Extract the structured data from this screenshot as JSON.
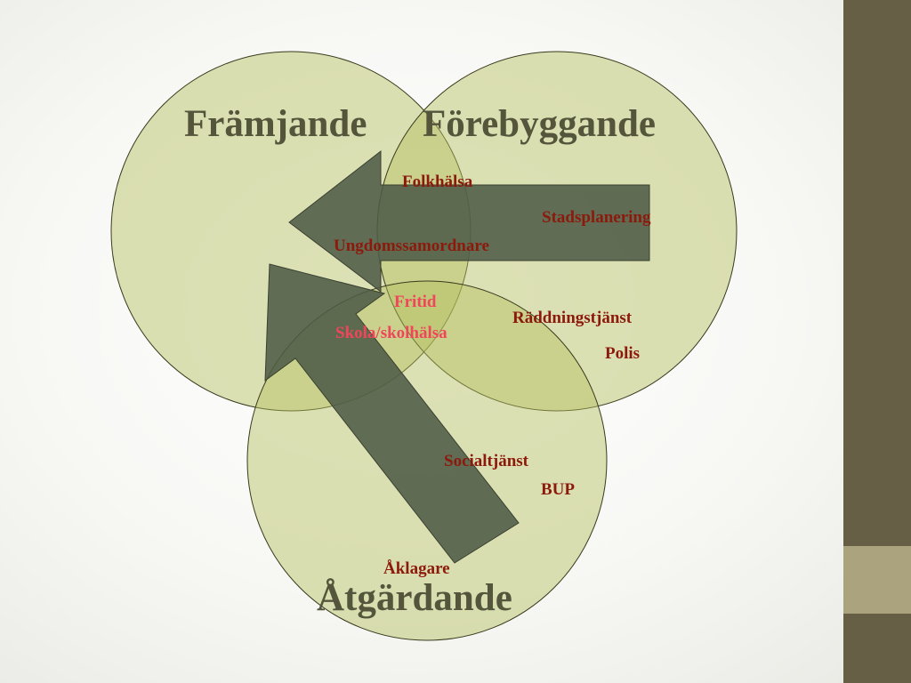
{
  "colors": {
    "circle_fill": "#b3bf5d",
    "circle_stroke": "#3a3a1e",
    "arrow_fill": "#4f5b47",
    "arrow_stroke": "#3a4030",
    "big_label": "#55553c",
    "small_label": "#8c1a0c",
    "small_label_highlight": "#f0455a",
    "side_bar_dark": "#665f45",
    "side_bar_light": "#aaa37e"
  },
  "circles": {
    "framjande": "Främjande",
    "forebyggande": "Förebyggande",
    "atgardande": "Åtgärdande"
  },
  "items": {
    "folkhalsa": "Folkhälsa",
    "stadsplanering": "Stadsplanering",
    "ungdomssamordnare": "Ungdomssamordnare",
    "fritid": "Fritid",
    "skola": "Skola/skolhälsa",
    "raddningstjanst": "Räddningstjänst",
    "polis": "Polis",
    "socialtjanst": "Socialtjänst",
    "bup": "BUP",
    "aklagare": "Åklagare"
  }
}
